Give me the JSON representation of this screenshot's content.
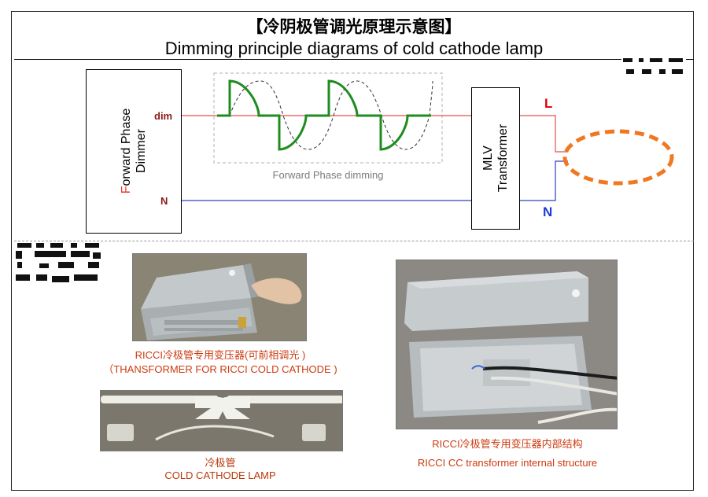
{
  "header": {
    "title_cn": "【冷阴极管调光原理示意图】",
    "title_en": "Dimming principle diagrams of cold cathode lamp"
  },
  "diagram": {
    "dimmer": {
      "label_first_letter": "F",
      "label_line1_rest": "orward Phase",
      "label_line2": "Dimmer"
    },
    "transformer": {
      "label_line1": "MLV",
      "label_line2": "Transformer"
    },
    "wires": {
      "dim": "dim",
      "neutral_left": "N",
      "live_out": "L",
      "neutral_out": "N"
    },
    "waveform_caption": "Forward Phase dimming",
    "colors": {
      "live_wire": "#e05050",
      "neutral_wire": "#3040c0",
      "waveform": "#1e8c1e",
      "lamp": "#f07820",
      "accent_text": "#cc3a10"
    }
  },
  "photos": {
    "transformer_box": {
      "caption_line1": "RICCI冷极管专用变压器(可前相调光 )",
      "caption_line2": "（THANSFORMER FOR RICCI COLD CATHODE )"
    },
    "lamp": {
      "caption_line1": "冷极管",
      "caption_line2": "COLD CATHODE LAMP"
    },
    "internal": {
      "caption_line1": "RICCI冷极管专用变压器内部结构",
      "caption_line2": "RICCI CC transformer internal structure"
    }
  }
}
